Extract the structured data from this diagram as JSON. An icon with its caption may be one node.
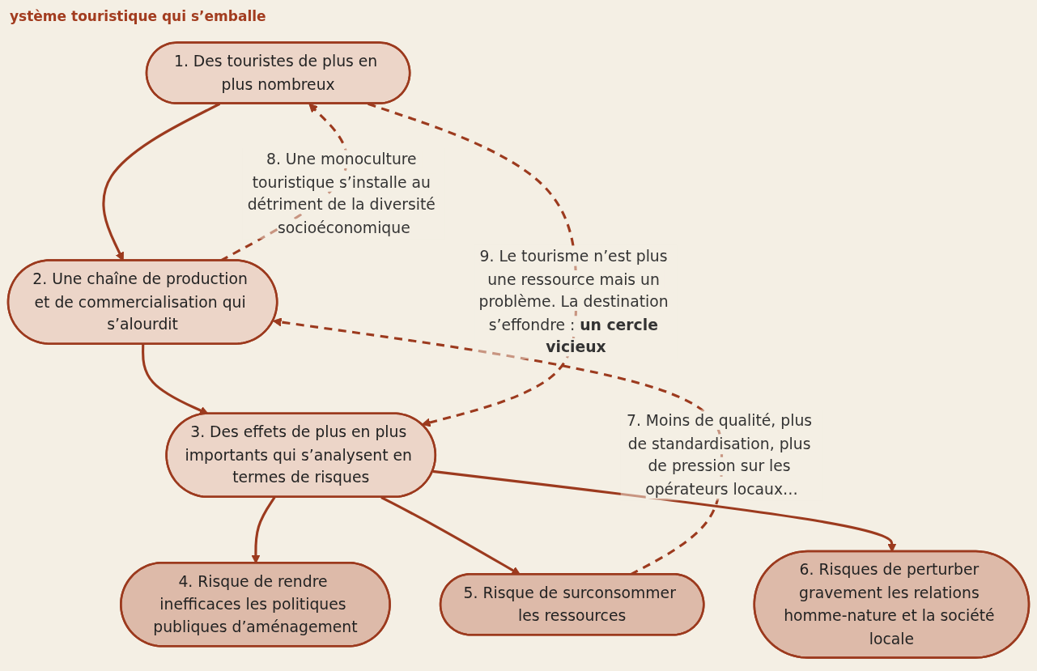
{
  "diagram": {
    "title": "ystème touristique qui s’emballe",
    "nodes": [
      {
        "text": [
          "1. Des touristes de plus en plus nombreux"
        ]
      },
      {
        "text": [
          "2. Une chaîne de production et de commercialisation qui s’alourdit"
        ]
      },
      {
        "text": [
          "3. Des effets de plus en plus importants qui s’analysent en termes de risques"
        ]
      },
      {
        "text": [
          "4. Risque de rendre inefficaces les politiques publiques d’aménagement"
        ]
      },
      {
        "text": [
          "5. Risque de surconsommer les ressources"
        ]
      },
      {
        "text": [
          "6. Risques de perturber gravement les relations homme-nature et la société locale"
        ]
      }
    ],
    "edges": [
      {
        "from": 0,
        "to": 1,
        "arrow": "to"
      },
      {
        "from": 1,
        "to": 2,
        "arrow": "to"
      },
      {
        "from": 2,
        "to": 3,
        "arrow": "to"
      },
      {
        "from": 2,
        "to": 4,
        "arrow": "to"
      },
      {
        "from": 2,
        "to": 5,
        "arrow": "to"
      },
      {
        "from": 4,
        "to": 1,
        "arrow": "to",
        "style": "dashed",
        "label": "7. Moins de qualité, plus de standardisation, plus de pression sur les opérateurs locaux…"
      },
      {
        "from": 1,
        "to": 0,
        "arrow": "to",
        "style": "dashed",
        "label": "8. Une monoculture touristique s’installe au détriment de la diversité socioéconomique"
      },
      {
        "from": 0,
        "to": 2,
        "arrow": "to",
        "style": "dashed",
        "label": "9. Le tourisme n’est plus une ressource mais un problème. La destination s’effondre : **un cercle vicieux**"
      }
    ]
  }
}
